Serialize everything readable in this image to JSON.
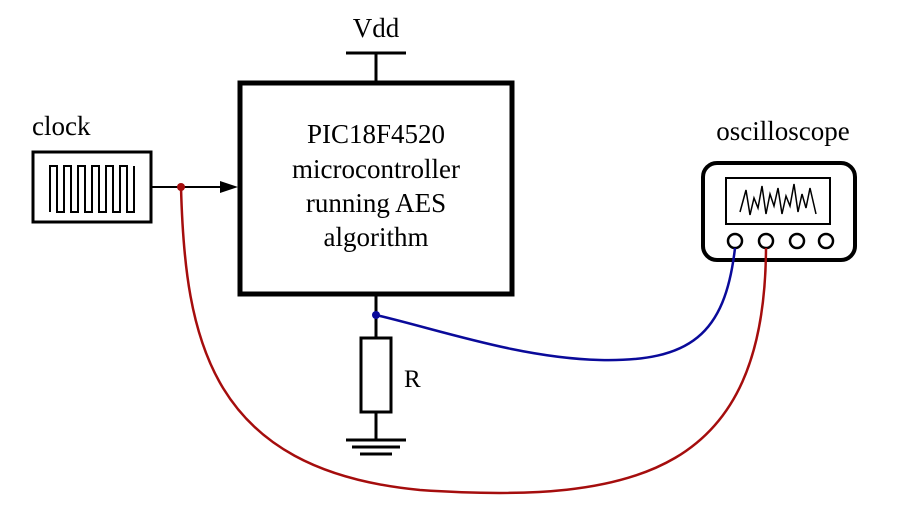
{
  "labels": {
    "vdd": "Vdd",
    "clock": "clock",
    "oscilloscope": "oscilloscope",
    "resistor": "R",
    "mcu_lines": [
      "PIC18F4520",
      "microcontroller",
      "running AES",
      "algorithm"
    ]
  },
  "colors": {
    "probe_trace": "#0a0a9a",
    "clock_trace": "#a50d0d",
    "ink": "#000000"
  },
  "icons": {
    "clock_source": "square-wave-icon",
    "oscilloscope": "oscilloscope-icon",
    "resistor": "resistor-icon",
    "ground": "ground-icon"
  }
}
